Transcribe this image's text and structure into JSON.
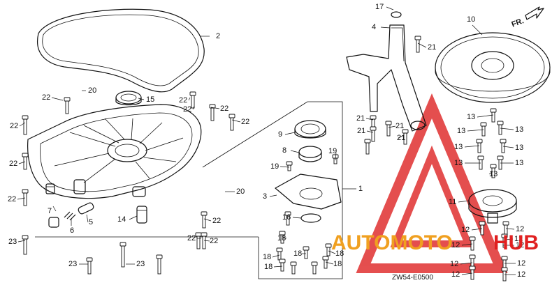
{
  "diagram_code": "ZW54-E0500",
  "direction_label": "FR.",
  "watermark": {
    "text_auto": "AUTOMOTO",
    "text_hub": "HUB",
    "color_orange": "#f0a020",
    "color_red": "#e02020",
    "triangle_color": "#e03030"
  },
  "callouts": [
    {
      "id": "c17a",
      "text": "17"
    },
    {
      "id": "c2",
      "text": "2"
    },
    {
      "id": "c4",
      "text": "4"
    },
    {
      "id": "c10",
      "text": "10"
    },
    {
      "id": "c21a",
      "text": "21"
    },
    {
      "id": "c20a",
      "text": "20"
    },
    {
      "id": "c22a",
      "text": "22"
    },
    {
      "id": "c15",
      "text": "15"
    },
    {
      "id": "c22b",
      "text": "22"
    },
    {
      "id": "c22c",
      "text": "22"
    },
    {
      "id": "c22d",
      "text": "22"
    },
    {
      "id": "c22e",
      "text": "22"
    },
    {
      "id": "c9",
      "text": "9"
    },
    {
      "id": "c8",
      "text": "8"
    },
    {
      "id": "c19a",
      "text": "19"
    },
    {
      "id": "c19b",
      "text": "19"
    },
    {
      "id": "c21b",
      "text": "21"
    },
    {
      "id": "c21c",
      "text": "21"
    },
    {
      "id": "c21d",
      "text": "21"
    },
    {
      "id": "c21e",
      "text": "21"
    },
    {
      "id": "c13a",
      "text": "13"
    },
    {
      "id": "c13b",
      "text": "13"
    },
    {
      "id": "c13c",
      "text": "13"
    },
    {
      "id": "c13d",
      "text": "13"
    },
    {
      "id": "c13e",
      "text": "13"
    },
    {
      "id": "c13f",
      "text": "13"
    },
    {
      "id": "c13g",
      "text": "13"
    },
    {
      "id": "c13h",
      "text": "13"
    },
    {
      "id": "c22f",
      "text": "22"
    },
    {
      "id": "c22g",
      "text": "22"
    },
    {
      "id": "c3",
      "text": "3"
    },
    {
      "id": "c1",
      "text": "1"
    },
    {
      "id": "c20b",
      "text": "20"
    },
    {
      "id": "c7",
      "text": "7"
    },
    {
      "id": "c5",
      "text": "5"
    },
    {
      "id": "c6",
      "text": "6"
    },
    {
      "id": "c14",
      "text": "14"
    },
    {
      "id": "c16",
      "text": "16"
    },
    {
      "id": "c11",
      "text": "11"
    },
    {
      "id": "c22h",
      "text": "22"
    },
    {
      "id": "c22i",
      "text": "22"
    },
    {
      "id": "c22j",
      "text": "22"
    },
    {
      "id": "c23a",
      "text": "23"
    },
    {
      "id": "c22k",
      "text": "22"
    },
    {
      "id": "c23b",
      "text": "23"
    },
    {
      "id": "c23c",
      "text": "23"
    },
    {
      "id": "c18a",
      "text": "18"
    },
    {
      "id": "c18b",
      "text": "18"
    },
    {
      "id": "c18c",
      "text": "18"
    },
    {
      "id": "c18d",
      "text": "18"
    },
    {
      "id": "c18e",
      "text": "18"
    },
    {
      "id": "c18f",
      "text": "18"
    },
    {
      "id": "c12a",
      "text": "12"
    },
    {
      "id": "c12b",
      "text": "12"
    },
    {
      "id": "c12c",
      "text": "12"
    },
    {
      "id": "c12d",
      "text": "12"
    },
    {
      "id": "c12e",
      "text": "12"
    },
    {
      "id": "c12f",
      "text": "12"
    },
    {
      "id": "c12g",
      "text": "12"
    },
    {
      "id": "c12h",
      "text": "12"
    },
    {
      "id": "c12i",
      "text": "12"
    }
  ]
}
